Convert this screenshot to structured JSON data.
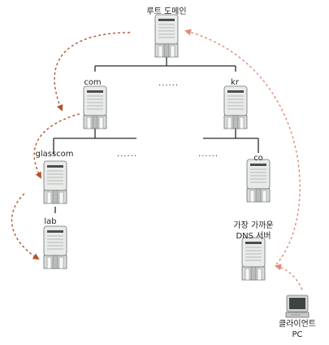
{
  "nodes": {
    "root": {
      "label": "루트 도메인"
    },
    "com": {
      "label": "com"
    },
    "kr": {
      "label": "kr"
    },
    "glasscom": {
      "label": "glasscom"
    },
    "co": {
      "label": "co"
    },
    "lab": {
      "label": "lab"
    },
    "nearest_dns": {
      "label_line1": "가장 가까운",
      "label_line2": "DNS 서버"
    },
    "client": {
      "label_line1": "클라이언트",
      "label_line2": "PC"
    }
  },
  "ellipsis": "......",
  "colors": {
    "tree_line": "#2a2a2a",
    "query_arrow": "#b5522a",
    "response_arrow": "#e08a7a",
    "server_body": "#e9ebe9",
    "server_shade": "#b9bcbb"
  },
  "icons": {
    "server": "server-tower-icon",
    "client": "desktop-computer-icon"
  }
}
